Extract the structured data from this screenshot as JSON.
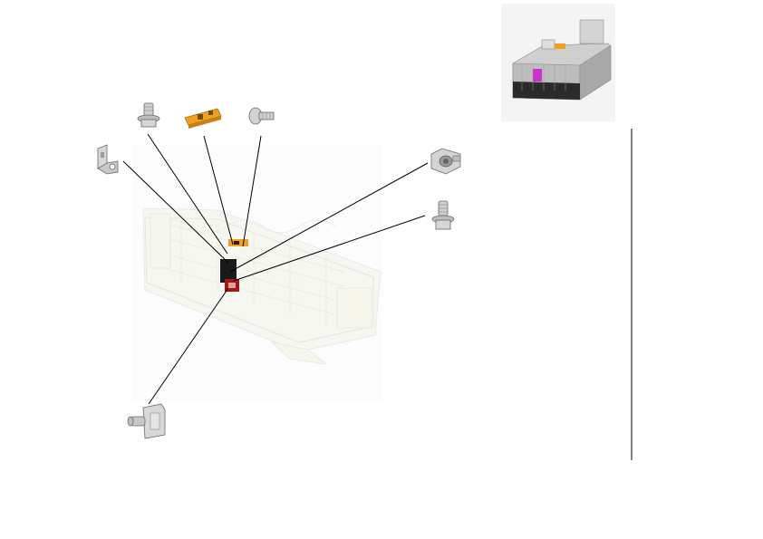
{
  "diagram": {
    "kind": "exploded-parts-view",
    "colors": {
      "leader_line": "#000000",
      "vertical_rule": "#000000",
      "part_grey": "#c9c9c9",
      "part_dark": "#7a7a7a",
      "accent_orange": "#f0a020",
      "accent_magenta": "#cc33cc",
      "sensor_dark": "#1a1a1a",
      "sensor_red": "#a01818",
      "ghost_outline": "#d8d8d8"
    },
    "parts": [
      {
        "id": "bracket-plate",
        "icon": "bracket-plate-icon"
      },
      {
        "id": "flange-screw-top",
        "icon": "flange-screw-icon"
      },
      {
        "id": "orange-actuator",
        "icon": "actuator-icon"
      },
      {
        "id": "pan-screw",
        "icon": "pan-screw-icon"
      },
      {
        "id": "spring-holder",
        "icon": "spring-holder-icon"
      },
      {
        "id": "flange-screw-right",
        "icon": "flange-screw-icon"
      },
      {
        "id": "sensor-bracket",
        "icon": "sensor-bracket-icon"
      }
    ],
    "thumbnail": {
      "icon": "fuser-unit-thumbnail-icon",
      "background": "#f4f4f4"
    }
  }
}
